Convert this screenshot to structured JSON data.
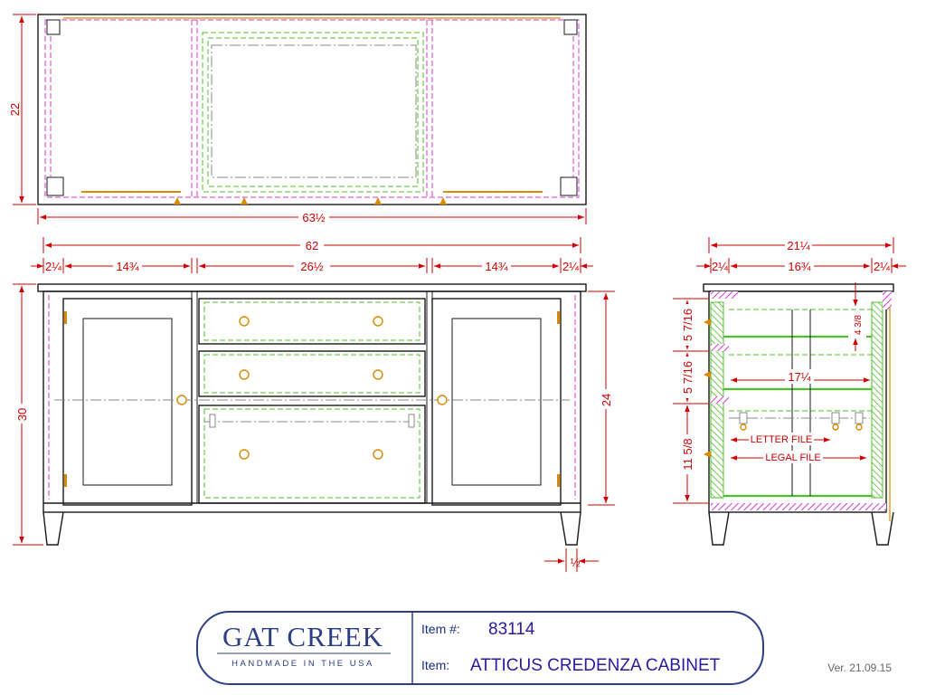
{
  "dimensions": {
    "top_depth": "22",
    "top_overall_width": "63½",
    "case_width": "62",
    "side_stile_left": "2¼",
    "door_left_width": "14¾",
    "center_width": "26½",
    "door_right_width": "14¾",
    "side_stile_right": "2¼",
    "overall_height": "30",
    "case_height": "24",
    "foot_offset": "½",
    "side_depth": "21¼",
    "side_front_stile": "2¼",
    "side_inner_depth": "16¾",
    "side_back_stile": "2¼",
    "drawer_gap_top": "5 7/16",
    "drawer_gap_mid": "5 7/16",
    "file_drawer_height": "11 5/8",
    "small_dim": "4 3/8",
    "rail_length": "17¼"
  },
  "notes": {
    "letter_file": "LETTER FILE",
    "legal_file": "LEGAL FILE"
  },
  "title_block": {
    "brand": "GAT CREEK",
    "tagline": "HANDMADE IN THE USA",
    "item_number_label": "Item #:",
    "item_number": "83114",
    "item_label": "Item:",
    "item_name": "ATTICUS CREDENZA CABINET"
  },
  "version": "Ver. 21.09.15",
  "colors": {
    "dimension": "#d10000",
    "outline": "#1a1a1a",
    "hidden_magenta": "#d43ad4",
    "hidden_green": "#4fbf2a",
    "hardware": "#d98a00",
    "brand": "#2c3e86"
  }
}
